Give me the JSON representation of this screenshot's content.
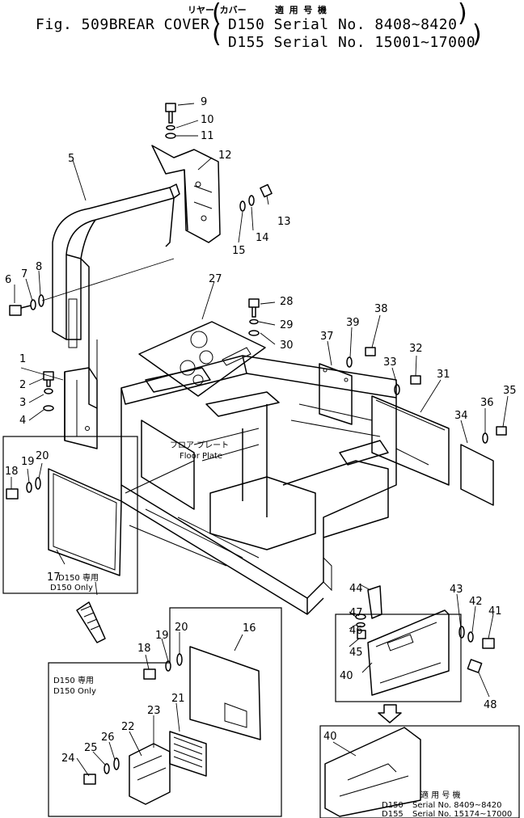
{
  "header": {
    "figure_label": "Fig. 509B",
    "title_jp": "リヤー カバー",
    "title_en": "REAR COVER",
    "applicable_jp": "適 用 号 機",
    "serial_line_1": "D150 Serial No. 8408~8420",
    "serial_line_2": "D155 Serial No. 15001~17000"
  },
  "callouts": [
    "1",
    "2",
    "3",
    "4",
    "5",
    "6",
    "7",
    "8",
    "9",
    "10",
    "11",
    "12",
    "13",
    "14",
    "15",
    "16",
    "17",
    "18",
    "19",
    "20",
    "21",
    "22",
    "23",
    "24",
    "25",
    "26",
    "27",
    "28",
    "29",
    "30",
    "31",
    "32",
    "33",
    "34",
    "35",
    "36",
    "37",
    "38",
    "39",
    "40",
    "41",
    "42",
    "43",
    "44",
    "45",
    "46",
    "47",
    "48"
  ],
  "notes": {
    "floor_plate_jp": "フロア プレート",
    "floor_plate_en": "Floor Plate",
    "d150_only_jp_a": "D150 専用",
    "d150_only_en_a": "D150 Only",
    "d150_only_jp_b": "D150 専用",
    "d150_only_en_b": "D150 Only",
    "inset_applicable_jp": "適 用 号 機",
    "inset_serial_1_model": "D150",
    "inset_serial_1": "Serial No. 8409~8420",
    "inset_serial_2_model": "D155",
    "inset_serial_2": "Serial No. 15174~17000"
  }
}
